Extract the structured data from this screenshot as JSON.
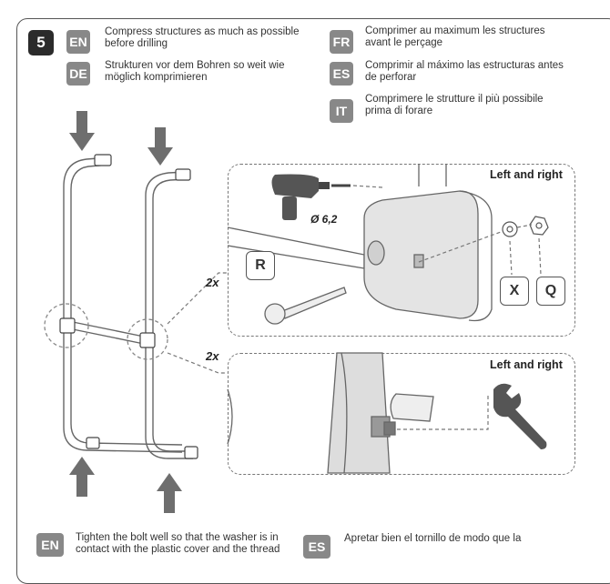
{
  "step": {
    "number": "5"
  },
  "instructions": [
    {
      "lang": "EN",
      "text": "Compress structures as much as possible before drilling"
    },
    {
      "lang": "DE",
      "text": "Strukturen vor dem Bohren so weit wie möglich komprimieren"
    },
    {
      "lang": "FR",
      "text": "Comprimer au maximum les structures avant le perçage"
    },
    {
      "lang": "ES",
      "text": "Comprimir al máximo las estructuras antes de perforar"
    },
    {
      "lang": "IT",
      "text": "Comprimere le strutture il più possibile prima di forare"
    }
  ],
  "detail_top": {
    "title": "Left and right",
    "multiplier": "2x",
    "drill_diameter": "Ø 6,2",
    "parts": {
      "bolt": "R",
      "washer": "X",
      "nut": "Q"
    }
  },
  "detail_bottom": {
    "title": "Left and right",
    "multiplier": "2x"
  },
  "bottom_instructions": [
    {
      "lang": "EN",
      "text": "Tighten the bolt well so that the washer is in contact with the plastic cover and the thread"
    },
    {
      "lang": "ES",
      "text": "Apretar bien el tornillo de modo que la"
    }
  ],
  "colors": {
    "label_bg": "#888888",
    "step_bg": "#2b2b2b",
    "arrow": "#6e6e6e"
  },
  "icons": [
    "arrow-down-icon",
    "arrow-up-icon",
    "drill-icon",
    "wrench-icon"
  ]
}
